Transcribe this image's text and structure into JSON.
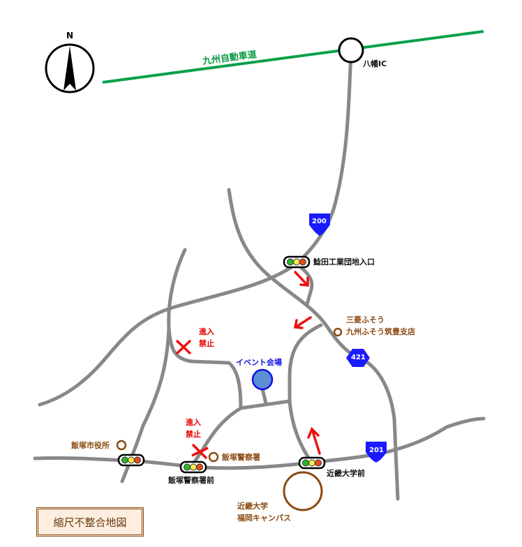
{
  "compass": {
    "north": "N"
  },
  "expressway": {
    "name": "九州自動車道",
    "color": "#0aa04a"
  },
  "interchange": {
    "name": "八幡IC"
  },
  "routes": {
    "r200": "200",
    "r421": "421",
    "r201": "201"
  },
  "intersections": {
    "kamatada": "鯰田工業団地入口",
    "police_front": "飯塚警察署前",
    "kindai_front": "近畿大学前"
  },
  "landmarks": {
    "mitsubishi_line1": "三菱ふそう",
    "mitsubishi_line2": "九州ふそう筑豊支店",
    "venue": "イベント会場",
    "city_hall": "飯塚市役所",
    "police": "飯塚警察署",
    "kindai_line1": "近畿大学",
    "kindai_line2": "福岡キャンパス"
  },
  "no_entry": {
    "line1": "進入",
    "line2": "禁止"
  },
  "legend": "縮尺不整合地図",
  "colors": {
    "road": "#888888",
    "arrow": "#ee1111",
    "brown": "#8b4a10",
    "shield": "#1a1aff"
  }
}
